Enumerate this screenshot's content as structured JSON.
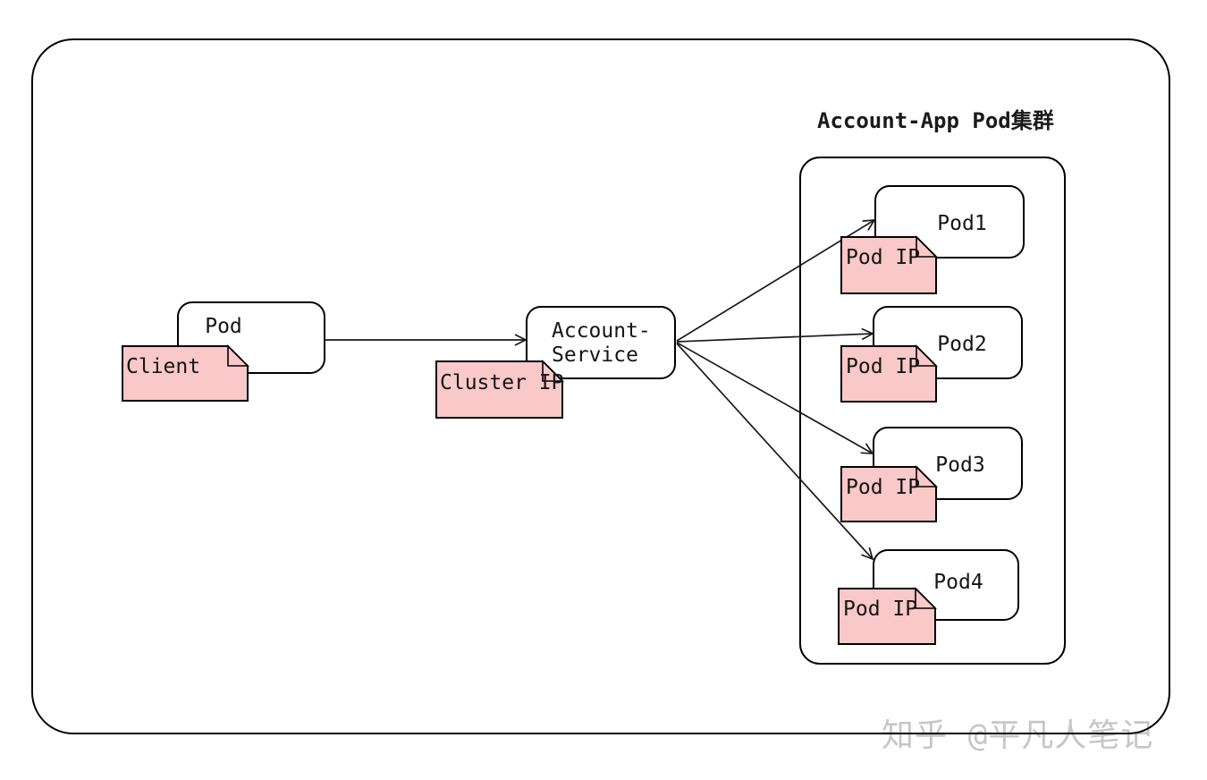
{
  "diagram": {
    "title": "Account-App Pod集群",
    "watermark": "知乎 @平凡人笔记",
    "colors": {
      "note_fill": "#f9c8c8",
      "box_fill": "#ffffff",
      "line": "#1a1a1a",
      "watermark": "#c6c6c6"
    },
    "nodes": {
      "client_pod": {
        "label": "Pod"
      },
      "account_service": {
        "line1": "Account-",
        "line2": "Service"
      },
      "pod1": {
        "label": "Pod1"
      },
      "pod2": {
        "label": "Pod2"
      },
      "pod3": {
        "label": "Pod3"
      },
      "pod4": {
        "label": "Pod4"
      }
    },
    "notes": {
      "client": {
        "label": "Client"
      },
      "cluster_ip": {
        "label": "Cluster IP"
      },
      "pod_ip_1": {
        "label": "Pod IP"
      },
      "pod_ip_2": {
        "label": "Pod IP"
      },
      "pod_ip_3": {
        "label": "Pod IP"
      },
      "pod_ip_4": {
        "label": "Pod IP"
      }
    },
    "edges": {
      "client_to_service": "Pod → Account-Service",
      "service_to_pod1": "Account-Service → Pod1",
      "service_to_pod2": "Account-Service → Pod2",
      "service_to_pod3": "Account-Service → Pod3",
      "service_to_pod4": "Account-Service → Pod4"
    }
  }
}
